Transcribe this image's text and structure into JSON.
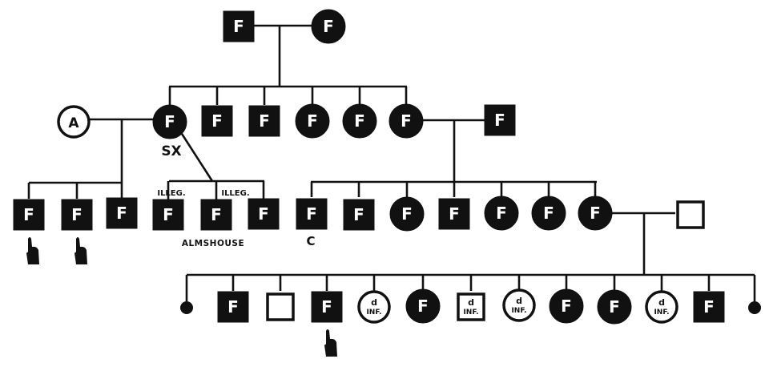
{
  "diagram": {
    "type": "pedigree-chart",
    "colors": {
      "ink": "#111111",
      "paper": "#ffffff"
    },
    "legend_symbols": {
      "filled_square": "male, F",
      "filled_circle": "female, F",
      "open_square": "male, unmarked",
      "open_circle": "female, marked",
      "small_dot": "small dot (miscarriage/early death)",
      "hand": "pointing-hand marker"
    },
    "generations": [
      {
        "id": "gen1",
        "people": [
          {
            "id": "g1-father",
            "sex": "male",
            "filled": true,
            "label": "F"
          },
          {
            "id": "g1-mother",
            "sex": "female",
            "filled": true,
            "label": "F"
          }
        ]
      },
      {
        "id": "gen2",
        "people": [
          {
            "id": "g2-spouse-a",
            "sex": "female",
            "filled": false,
            "label": "A"
          },
          {
            "id": "g2-c1",
            "sex": "female",
            "filled": true,
            "label": "F",
            "note": "SX"
          },
          {
            "id": "g2-c2",
            "sex": "male",
            "filled": true,
            "label": "F"
          },
          {
            "id": "g2-c3",
            "sex": "male",
            "filled": true,
            "label": "F"
          },
          {
            "id": "g2-c4",
            "sex": "female",
            "filled": true,
            "label": "F"
          },
          {
            "id": "g2-c5",
            "sex": "female",
            "filled": true,
            "label": "F"
          },
          {
            "id": "g2-c6",
            "sex": "female",
            "filled": true,
            "label": "F"
          },
          {
            "id": "g2-spouse-b",
            "sex": "male",
            "filled": true,
            "label": "F"
          }
        ]
      },
      {
        "id": "gen3",
        "people": [
          {
            "id": "g3-a1",
            "sex": "male",
            "filled": true,
            "label": "F",
            "hand": true
          },
          {
            "id": "g3-a2",
            "sex": "male",
            "filled": true,
            "label": "F",
            "hand": true
          },
          {
            "id": "g3-a3",
            "sex": "male",
            "filled": true,
            "label": "F"
          },
          {
            "id": "g3-i1",
            "sex": "male",
            "filled": true,
            "label": "F"
          },
          {
            "id": "g3-i2",
            "sex": "male",
            "filled": true,
            "label": "F"
          },
          {
            "id": "g3-i3",
            "sex": "male",
            "filled": true,
            "label": "F"
          },
          {
            "id": "g3-b1",
            "sex": "male",
            "filled": true,
            "label": "F",
            "note": "C"
          },
          {
            "id": "g3-b2",
            "sex": "male",
            "filled": true,
            "label": "F"
          },
          {
            "id": "g3-b3",
            "sex": "female",
            "filled": true,
            "label": "F"
          },
          {
            "id": "g3-b4",
            "sex": "male",
            "filled": true,
            "label": "F"
          },
          {
            "id": "g3-b5",
            "sex": "female",
            "filled": true,
            "label": "F"
          },
          {
            "id": "g3-b6",
            "sex": "female",
            "filled": true,
            "label": "F"
          },
          {
            "id": "g3-b7",
            "sex": "female",
            "filled": true,
            "label": "F"
          },
          {
            "id": "g3-spouse",
            "sex": "male",
            "filled": false,
            "label": ""
          }
        ]
      },
      {
        "id": "gen4",
        "people": [
          {
            "id": "g4-1",
            "sex": "dot",
            "filled": true,
            "label": ""
          },
          {
            "id": "g4-2",
            "sex": "male",
            "filled": true,
            "label": "F"
          },
          {
            "id": "g4-3",
            "sex": "male",
            "filled": false,
            "label": ""
          },
          {
            "id": "g4-4",
            "sex": "male",
            "filled": true,
            "label": "F",
            "hand": true
          },
          {
            "id": "g4-5",
            "sex": "female",
            "filled": false,
            "label": "d",
            "sublabel": "INF."
          },
          {
            "id": "g4-6",
            "sex": "female",
            "filled": true,
            "label": "F"
          },
          {
            "id": "g4-7",
            "sex": "male",
            "filled": false,
            "label": "d",
            "sublabel": "INF."
          },
          {
            "id": "g4-8",
            "sex": "female",
            "filled": false,
            "label": "d",
            "sublabel": "INF."
          },
          {
            "id": "g4-9",
            "sex": "female",
            "filled": true,
            "label": "F"
          },
          {
            "id": "g4-10",
            "sex": "female",
            "filled": true,
            "label": "F"
          },
          {
            "id": "g4-11",
            "sex": "female",
            "filled": false,
            "label": "d",
            "sublabel": "INF."
          },
          {
            "id": "g4-12",
            "sex": "male",
            "filled": true,
            "label": "F"
          },
          {
            "id": "g4-13",
            "sex": "dot",
            "filled": true,
            "label": ""
          }
        ]
      }
    ],
    "annotations": {
      "sx": "SX",
      "illeg_1": "ILLEG.",
      "illeg_2": "ILLEG.",
      "almshouse": "ALMSHOUSE",
      "c": "C"
    }
  }
}
